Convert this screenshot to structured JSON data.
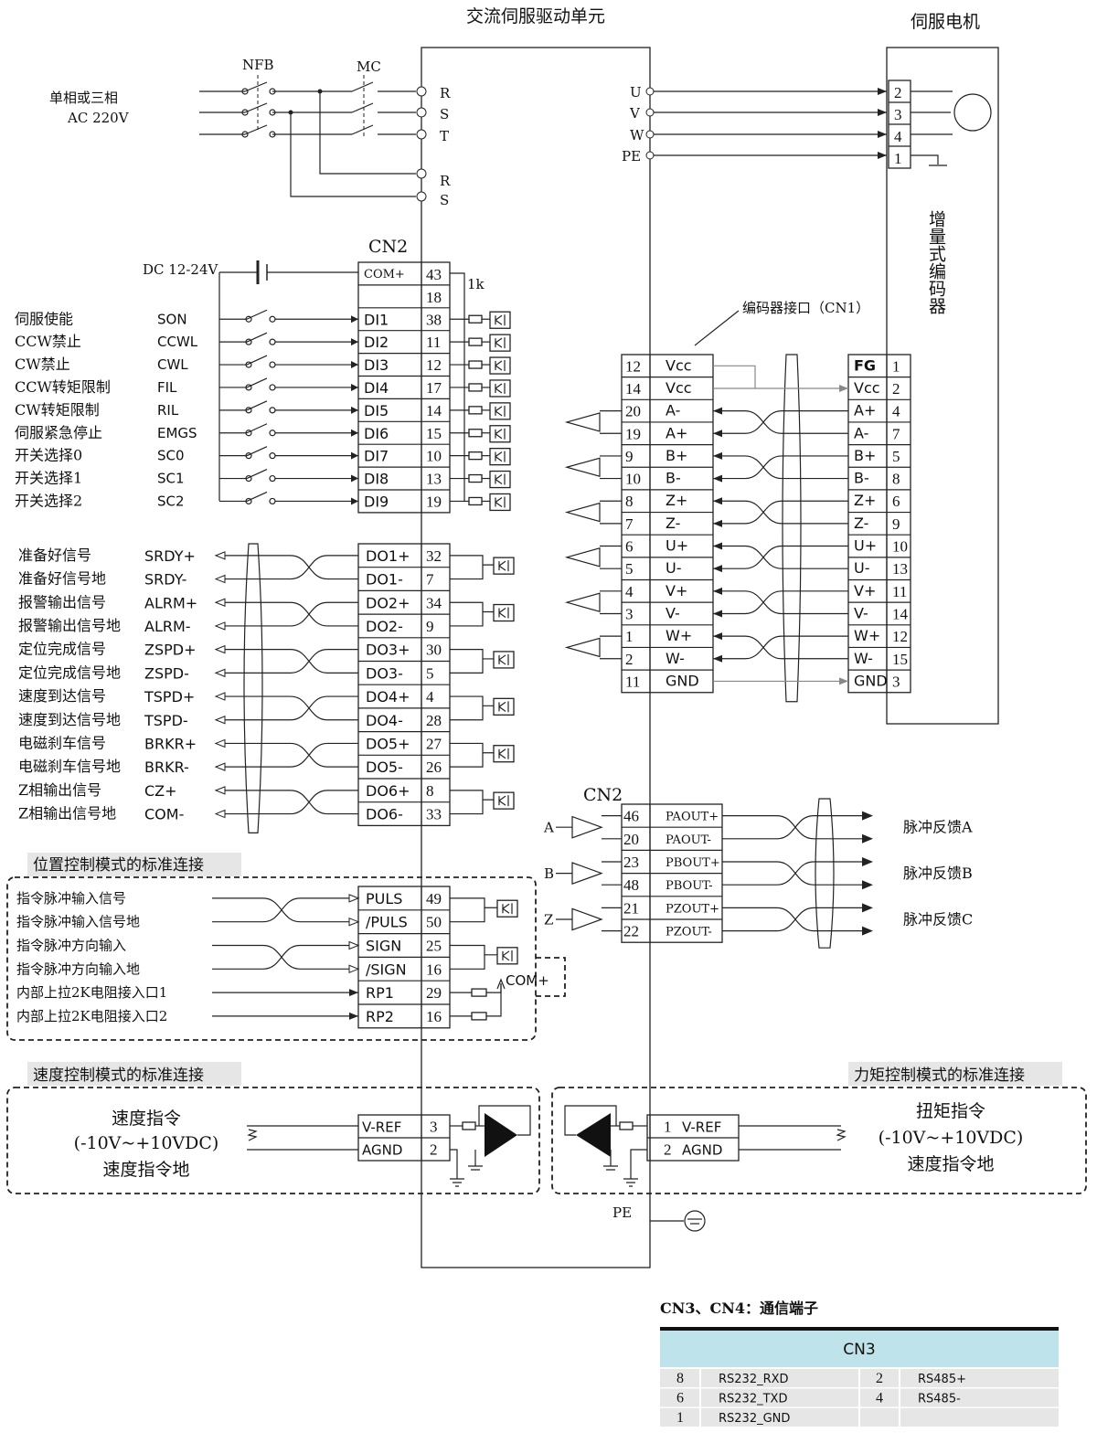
{
  "title_drive": "交流伺服驱动单元",
  "title_motor": "伺服电机",
  "power": {
    "label1": "单相或三相",
    "label2": "AC 220V",
    "nfb": "NFB",
    "mc": "MC",
    "terms1": [
      "R",
      "S",
      "T"
    ],
    "terms2": [
      "R",
      "S"
    ]
  },
  "motor_terms": {
    "left": [
      "U",
      "V",
      "W",
      "PE"
    ],
    "right": [
      "2",
      "3",
      "4",
      "1"
    ]
  },
  "encoder_label": "增量式编码器",
  "cn2_label": "CN2",
  "dc_label": "DC 12-24V",
  "resistor_label": "1k",
  "inputs": [
    {
      "cn": "伺服使能",
      "sig": "SON",
      "pin": "DI1",
      "num": "38"
    },
    {
      "cn": "CCW禁止",
      "sig": "CCWL",
      "pin": "DI2",
      "num": "11"
    },
    {
      "cn": "CW禁止",
      "sig": "CWL",
      "pin": "DI3",
      "num": "12"
    },
    {
      "cn": "CCW转矩限制",
      "sig": "FIL",
      "pin": "DI4",
      "num": "17"
    },
    {
      "cn": "CW转矩限制",
      "sig": "RIL",
      "pin": "DI5",
      "num": "14"
    },
    {
      "cn": "伺服紧急停止",
      "sig": "EMGS",
      "pin": "DI6",
      "num": "15"
    },
    {
      "cn": "开关选择0",
      "sig": "SC0",
      "pin": "DI7",
      "num": "10"
    },
    {
      "cn": "开关选择1",
      "sig": "SC1",
      "pin": "DI8",
      "num": "13"
    },
    {
      "cn": "开关选择2",
      "sig": "SC2",
      "pin": "DI9",
      "num": "19"
    }
  ],
  "com_row": {
    "pin": "COM+",
    "num": "43",
    "num2": "18"
  },
  "outputs": [
    {
      "cn": "准备好信号",
      "sig": "SRDY+",
      "pin": "DO1+",
      "num": "32"
    },
    {
      "cn": "准备好信号地",
      "sig": "SRDY-",
      "pin": "DO1-",
      "num": "7"
    },
    {
      "cn": "报警输出信号",
      "sig": "ALRM+",
      "pin": "DO2+",
      "num": "34"
    },
    {
      "cn": "报警输出信号地",
      "sig": "ALRM-",
      "pin": "DO2-",
      "num": "9"
    },
    {
      "cn": "定位完成信号",
      "sig": "ZSPD+",
      "pin": "DO3+",
      "num": "30"
    },
    {
      "cn": "定位完成信号地",
      "sig": "ZSPD-",
      "pin": "DO3-",
      "num": "5"
    },
    {
      "cn": "速度到达信号",
      "sig": "TSPD+",
      "pin": "DO4+",
      "num": "4"
    },
    {
      "cn": "速度到达信号地",
      "sig": "TSPD-",
      "pin": "DO4-",
      "num": "28"
    },
    {
      "cn": "电磁刹车信号",
      "sig": "BRKR+",
      "pin": "DO5+",
      "num": "27"
    },
    {
      "cn": "电磁刹车信号地",
      "sig": "BRKR-",
      "pin": "DO5-",
      "num": "26"
    },
    {
      "cn": "Z相输出信号",
      "sig": "CZ+",
      "pin": "DO6+",
      "num": "8"
    },
    {
      "cn": "Z相输出信号地",
      "sig": "COM-",
      "pin": "DO6-",
      "num": "33"
    }
  ],
  "encoder_if_label": "编码器接口（CN1）",
  "encoder_rows": [
    {
      "num": "12",
      "pin": "Vcc",
      "mpin": "FG",
      "mnum": "1"
    },
    {
      "num": "14",
      "pin": "Vcc",
      "mpin": "Vcc",
      "mnum": "2"
    },
    {
      "num": "20",
      "pin": "A-",
      "mpin": "A+",
      "mnum": "4"
    },
    {
      "num": "19",
      "pin": "A+",
      "mpin": "A-",
      "mnum": "7"
    },
    {
      "num": "9",
      "pin": "B+",
      "mpin": "B+",
      "mnum": "5"
    },
    {
      "num": "10",
      "pin": "B-",
      "mpin": "B-",
      "mnum": "8"
    },
    {
      "num": "8",
      "pin": "Z+",
      "mpin": "Z+",
      "mnum": "6"
    },
    {
      "num": "7",
      "pin": "Z-",
      "mpin": "Z-",
      "mnum": "9"
    },
    {
      "num": "6",
      "pin": "U+",
      "mpin": "U+",
      "mnum": "10"
    },
    {
      "num": "5",
      "pin": "U-",
      "mpin": "U-",
      "mnum": "13"
    },
    {
      "num": "4",
      "pin": "V+",
      "mpin": "V+",
      "mnum": "11"
    },
    {
      "num": "3",
      "pin": "V-",
      "mpin": "V-",
      "mnum": "14"
    },
    {
      "num": "1",
      "pin": "W+",
      "mpin": "W+",
      "mnum": "12"
    },
    {
      "num": "2",
      "pin": "W-",
      "mpin": "W-",
      "mnum": "15"
    },
    {
      "num": "11",
      "pin": "GND",
      "mpin": "GND",
      "mnum": "3"
    }
  ],
  "pulse_out": {
    "label": "CN2",
    "rows": [
      {
        "num": "46",
        "pin": "PAOUT+"
      },
      {
        "num": "20",
        "pin": "PAOUT-"
      },
      {
        "num": "23",
        "pin": "PBOUT+"
      },
      {
        "num": "48",
        "pin": "PBOUT-"
      },
      {
        "num": "21",
        "pin": "PZOUT+"
      },
      {
        "num": "22",
        "pin": "PZOUT-"
      }
    ],
    "phases": [
      "A",
      "B",
      "Z"
    ],
    "feedback": [
      "脉冲反馈A",
      "脉冲反馈B",
      "脉冲反馈C"
    ]
  },
  "position_mode": {
    "title": "位置控制模式的标准连接",
    "rows": [
      {
        "cn": "指令脉冲输入信号",
        "pin": "PULS",
        "num": "49"
      },
      {
        "cn": "指令脉冲输入信号地",
        "pin": "/PULS",
        "num": "50"
      },
      {
        "cn": "指令脉冲方向输入",
        "pin": "SIGN",
        "num": "25"
      },
      {
        "cn": "指令脉冲方向输入地",
        "pin": "/SIGN",
        "num": "16"
      },
      {
        "cn": "内部上拉2K电阻接入口1",
        "pin": "RP1",
        "num": "29"
      },
      {
        "cn": "内部上拉2K电阻接入口2",
        "pin": "RP2",
        "num": "16"
      }
    ],
    "com": "COM+"
  },
  "speed_mode": {
    "title": "速度控制模式的标准连接",
    "l1": "速度指令",
    "l2": "(-10V~+10VDC)",
    "l3": "速度指令地",
    "rows": [
      {
        "pin": "V-REF",
        "num": "3"
      },
      {
        "pin": "AGND",
        "num": "2"
      }
    ]
  },
  "torque_mode": {
    "title": "力矩控制模式的标准连接",
    "l1": "扭矩指令",
    "l2": "(-10V~+10VDC)",
    "l3": "速度指令地",
    "rows": [
      {
        "pin": "V-REF",
        "num": "1"
      },
      {
        "pin": "AGND",
        "num": "2"
      }
    ]
  },
  "pe_label": "PE",
  "comm": {
    "title": "CN3、CN4：通信端子",
    "header": "CN3",
    "rows": [
      [
        "8",
        "RS232_RXD",
        "2",
        "RS485+"
      ],
      [
        "6",
        "RS232_TXD",
        "4",
        "RS485-"
      ],
      [
        "1",
        "RS232_GND",
        "",
        ""
      ]
    ]
  }
}
